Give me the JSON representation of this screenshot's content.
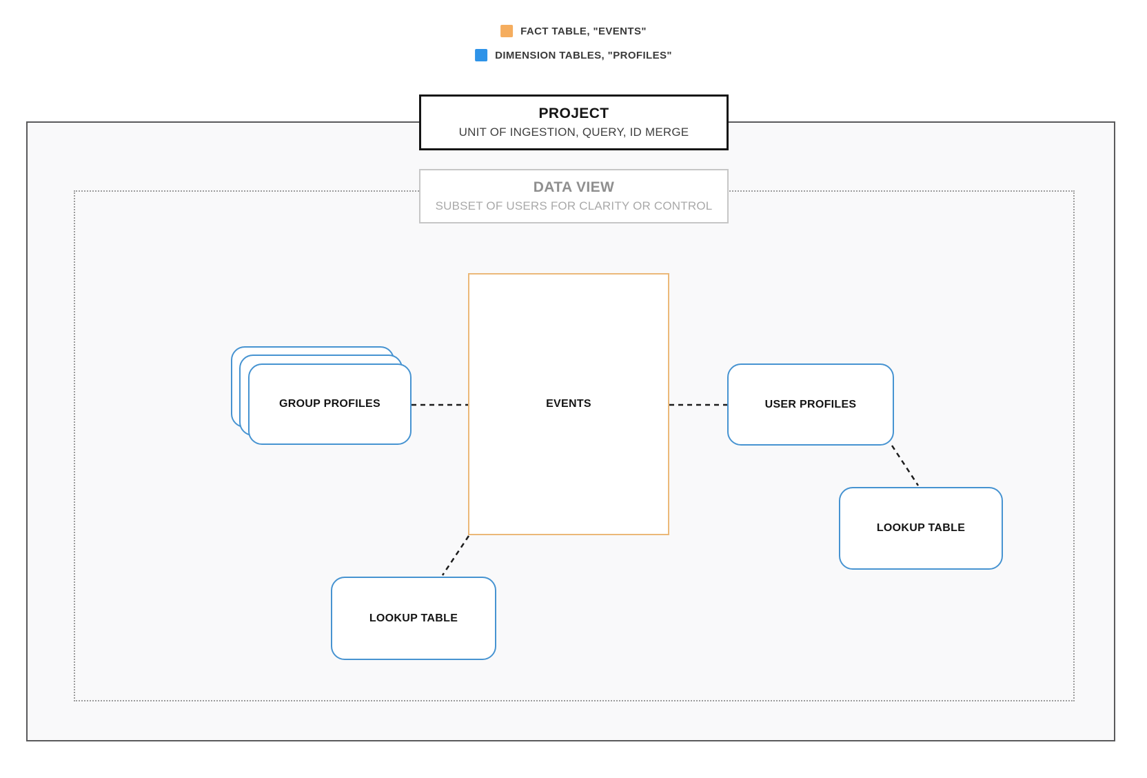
{
  "legend": {
    "fact": {
      "label": "FACT TABLE, \"EVENTS\""
    },
    "dimension": {
      "label": "DIMENSION TABLES, \"PROFILES\""
    }
  },
  "project": {
    "title": "PROJECT",
    "subtitle": "UNIT OF INGESTION, QUERY, ID MERGE"
  },
  "data_view": {
    "title": "DATA VIEW",
    "subtitle": "SUBSET OF USERS FOR CLARITY OR CONTROL"
  },
  "nodes": {
    "events": {
      "label": "EVENTS",
      "type": "fact"
    },
    "group_profiles": {
      "label": "GROUP PROFILES",
      "type": "dimension",
      "stacked": true
    },
    "user_profiles": {
      "label": "USER PROFILES",
      "type": "dimension"
    },
    "lookup_table_right": {
      "label": "LOOKUP TABLE",
      "type": "dimension"
    },
    "lookup_table_bottom": {
      "label": "LOOKUP TABLE",
      "type": "dimension"
    }
  },
  "connections": [
    {
      "from": "group_profiles",
      "to": "events",
      "style": "dashed"
    },
    {
      "from": "events",
      "to": "user_profiles",
      "style": "dashed"
    },
    {
      "from": "user_profiles",
      "to": "lookup_table_right",
      "style": "dashed"
    },
    {
      "from": "events",
      "to": "lookup_table_bottom",
      "style": "dashed"
    }
  ],
  "colors": {
    "fact_swatch": "#F5AD5E",
    "dimension_swatch": "#2E93E8",
    "fact_border": "#EBB878",
    "dimension_border": "#4693D1",
    "connector": "#1C1C1C",
    "project_border": "#141414",
    "dataview_border": "#C6C6C6",
    "boundary_border": "#59595B",
    "dotted_border": "#9B9B9B"
  }
}
